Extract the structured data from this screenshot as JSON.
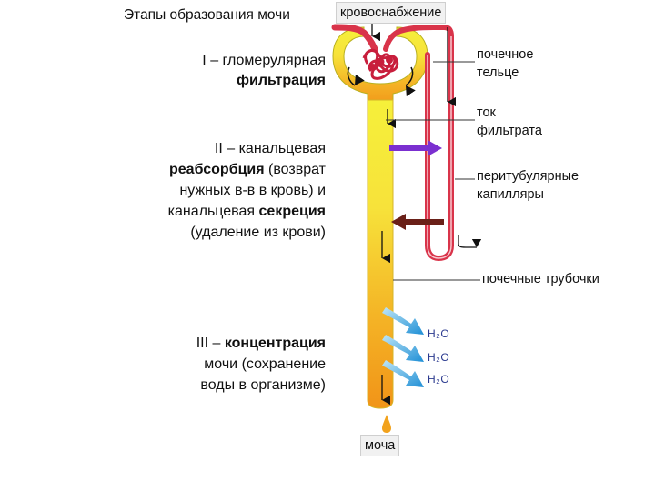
{
  "title": "Этапы образования мочи",
  "labels": {
    "blood_supply": "кровоснабжение",
    "renal_corpuscle": [
      "почечное",
      "тельце"
    ],
    "filtrate_flow": [
      "ток",
      "фильтрата"
    ],
    "peritubular_capillaries": [
      "перитубулярные",
      "капилляры"
    ],
    "renal_tubules": "почечные трубочки",
    "urine": "моча"
  },
  "stages": {
    "stage1": {
      "prefix": "I – гломерулярная",
      "bold": "фильтрация"
    },
    "stage2": {
      "line1": "II – канальцевая",
      "line2_bold": "реабсорбция",
      "line2_rest": " (возврат",
      "line3": "нужных в-в в кровь) и",
      "line4_pre": "канальцевая ",
      "line4_bold": "секреция",
      "line5": "(удаление  из крови)"
    },
    "stage3": {
      "line1_pre": "III – ",
      "line1_bold": "концентрация",
      "line2": "мочи (сохранение",
      "line3": "воды в организме)"
    }
  },
  "water_labels": [
    "H₂O",
    "H₂O",
    "H₂O"
  ],
  "colors": {
    "tubule_top": "#f5ee3a",
    "tubule_bottom": "#f29a1a",
    "vessel": "#d9344a",
    "reabsorption_arrow": "#7b2fd0",
    "secretion_arrow": "#6a2018",
    "water_arrow": "#35a3e0"
  }
}
